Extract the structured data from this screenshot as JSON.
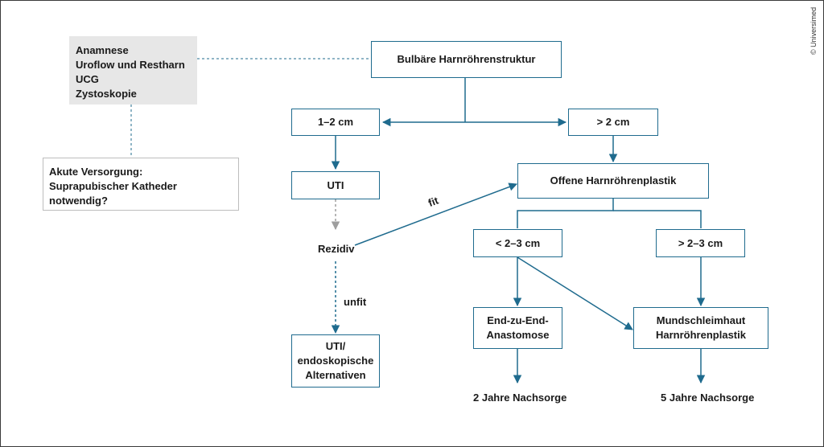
{
  "info": {
    "lines": [
      "Anamnese",
      "Uroflow und Restharn",
      "UCG",
      "Zystoskopie"
    ]
  },
  "acute": {
    "lines": [
      "Akute Versorgung:",
      "Suprapubischer Katheder",
      "notwendig?"
    ]
  },
  "nodes": {
    "root": "Bulbäre Harnröhrenstruktur",
    "short": "1–2 cm",
    "long": "> 2 cm",
    "uti": "UTI",
    "open": "Offene Harnröhrenplastik",
    "lt": "< 2–3 cm",
    "gt": "> 2–3 cm",
    "rezidiv": "Rezidiv",
    "alt": [
      "UTI/",
      "endoskopische",
      "Alternativen"
    ],
    "e2e": [
      "End-zu-End-",
      "Anastomose"
    ],
    "mund": [
      "Mundschleimhaut",
      "Harnröhrenplastik"
    ],
    "n2": "2 Jahre Nachsorge",
    "n5": "5 Jahre Nachsorge"
  },
  "edges": {
    "fit": "fit",
    "unfit": "unfit"
  },
  "colors": {
    "line": "#1f6b8e",
    "dotted": "#1f6b8e",
    "gray_arrow": "#9e9e9e",
    "info_bg": "#e7e7e7"
  },
  "copyright": "© Universimed"
}
